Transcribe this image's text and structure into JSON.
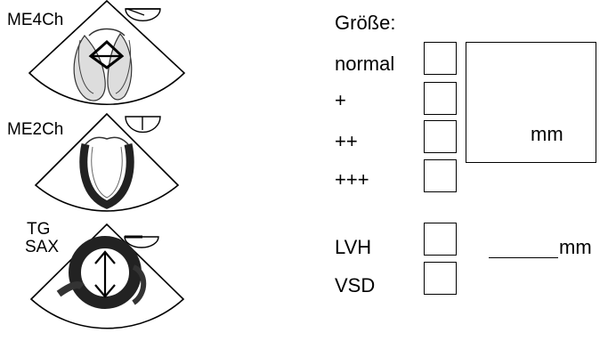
{
  "views": {
    "me4ch": "ME4Ch",
    "me2ch": "ME2Ch",
    "tgsax_line1": "TG",
    "tgsax_line2": "SAX"
  },
  "form": {
    "title": "Größe:",
    "size_options": [
      "normal",
      "+",
      "++",
      "+++"
    ],
    "size_unit": "mm",
    "lvh_label": "LVH",
    "vsd_label": "VSD",
    "lvh_unit": "mm"
  }
}
